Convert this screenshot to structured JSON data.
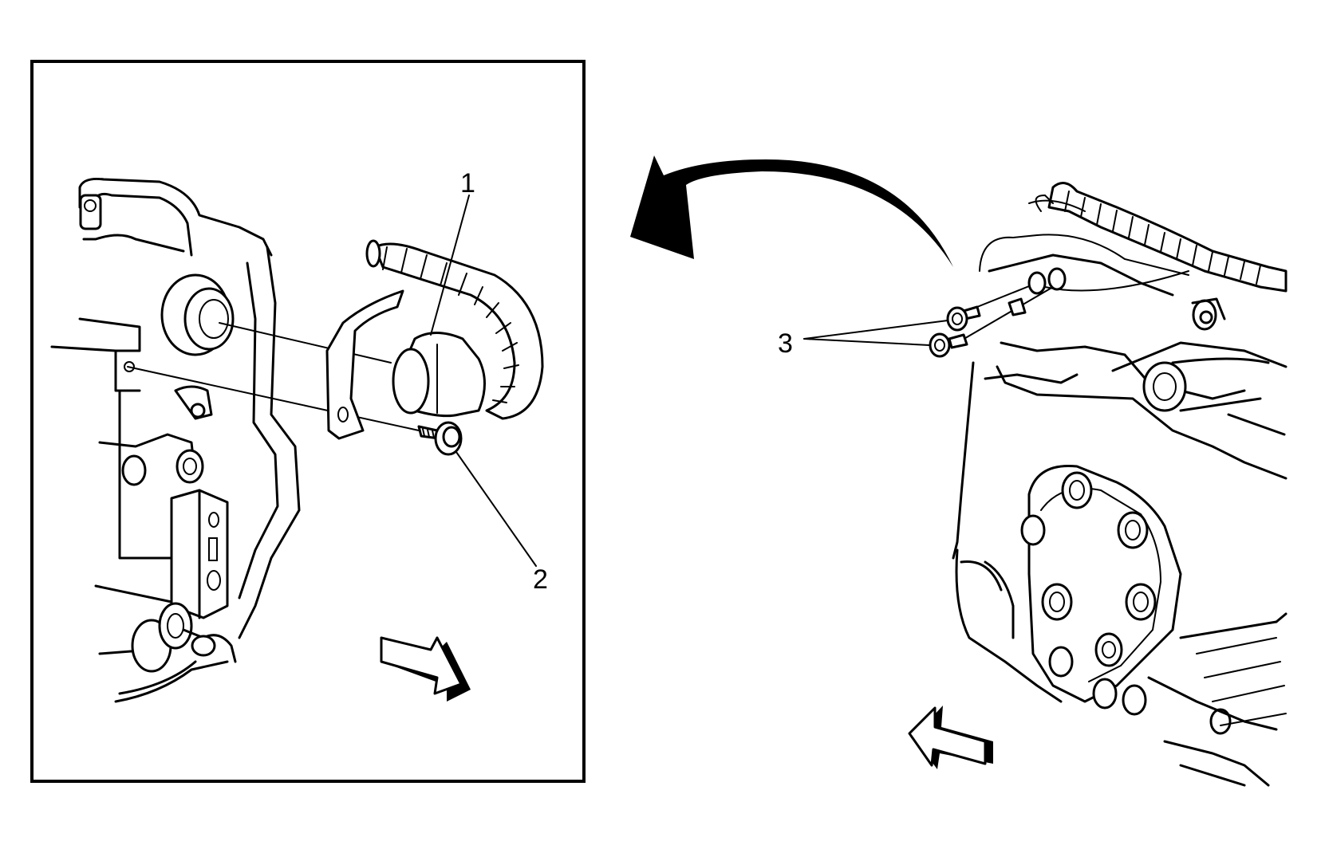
{
  "callouts": {
    "c1": "1",
    "c2": "2",
    "c3": "3"
  },
  "icons": {
    "forward_arrow_left_panel": "front-direction-arrow-icon",
    "forward_arrow_right_panel": "front-direction-arrow-icon",
    "transfer_arrow": "curved-arrow-icon"
  },
  "colors": {
    "line": "#000000",
    "background": "#ffffff"
  }
}
